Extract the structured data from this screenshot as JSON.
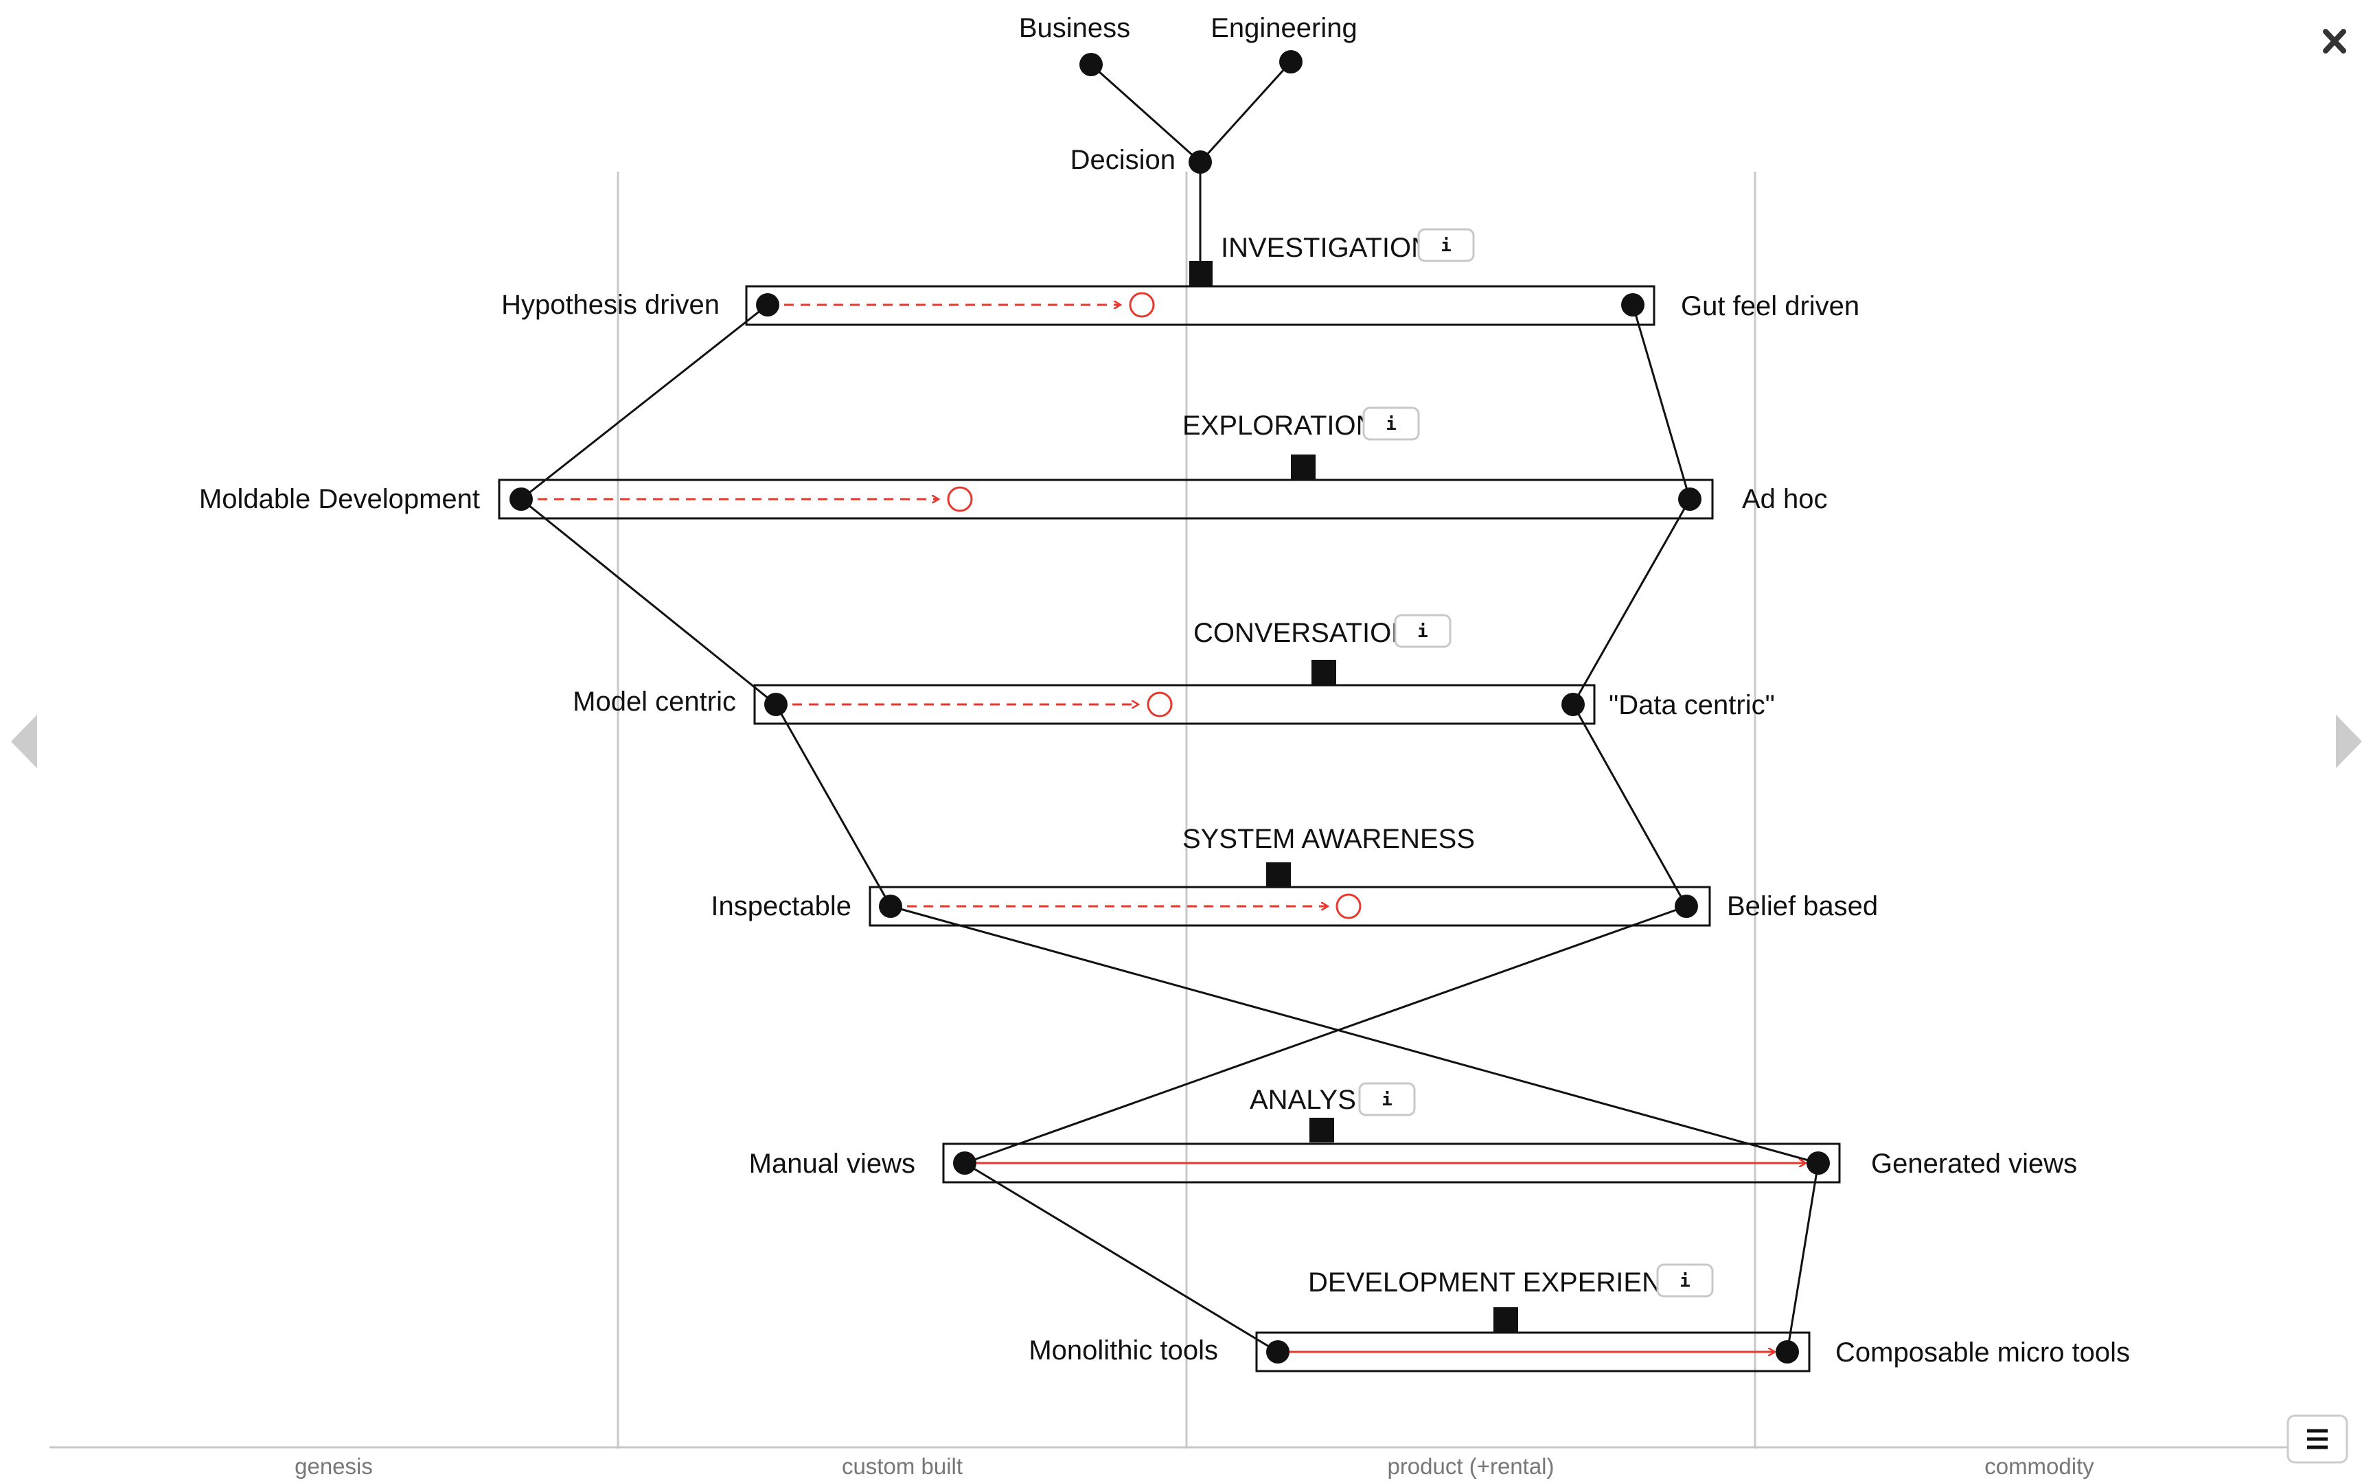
{
  "header": {
    "stakeholders": [
      "Business",
      "Engineering"
    ],
    "decision_label": "Decision"
  },
  "sections": [
    {
      "title": "INVESTIGATION",
      "has_info": true,
      "left": "Hypothesis driven",
      "right": "Gut feel driven",
      "movement": "dashed"
    },
    {
      "title": "EXPLORATION",
      "has_info": true,
      "left": "Moldable Development",
      "right": "Ad hoc",
      "movement": "dashed"
    },
    {
      "title": "CONVERSATION",
      "has_info": true,
      "left": "Model centric",
      "right": "\"Data centric\"",
      "movement": "dashed"
    },
    {
      "title": "SYSTEM AWARENESS",
      "has_info": false,
      "left": "Inspectable",
      "right": "Belief based",
      "movement": "dashed"
    },
    {
      "title": "ANALYSIS",
      "has_info": true,
      "left": "Manual views",
      "right": "Generated views",
      "movement": "solid"
    },
    {
      "title": "DEVELOPMENT EXPERIENCE",
      "has_info": true,
      "left": "Monolithic tools",
      "right": "Composable micro tools",
      "movement": "solid"
    }
  ],
  "info_label": "i",
  "evolution_axis": [
    "genesis",
    "custom built",
    "product (+rental)",
    "commodity"
  ],
  "controls": {
    "close_icon": "close-icon",
    "prev_icon": "triangle-left-icon",
    "next_icon": "triangle-right-icon",
    "menu_icon": "menu-icon"
  },
  "colors": {
    "ink": "#111111",
    "movement": "#e8372c",
    "grid": "#c8c8c8",
    "axis_text": "#777777",
    "nav_arrow": "#cccccc"
  }
}
